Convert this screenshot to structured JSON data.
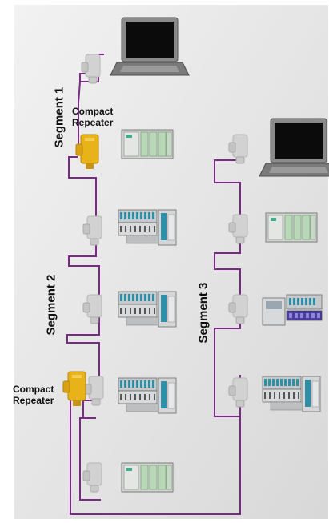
{
  "labels": {
    "segment1": "Segment 1",
    "segment2": "Segment 2",
    "segment3": "Segment 3",
    "repeater1_line1": "Compact",
    "repeater1_line2": "Repeater",
    "repeater2_line1": "Compact",
    "repeater2_line2": "Repeater"
  },
  "colors": {
    "background_panel": "#dedede",
    "cable": "#7a2a86",
    "repeater": "#e8b318",
    "connector": "#c9c9c9",
    "plc_green": "#b9d8b8",
    "laptop_body": "#6d6d6d"
  },
  "icons": [
    "laptop-icon",
    "bus-connector-icon",
    "compact-repeater-icon",
    "plc-rack-icon",
    "io-module-rack-icon"
  ]
}
